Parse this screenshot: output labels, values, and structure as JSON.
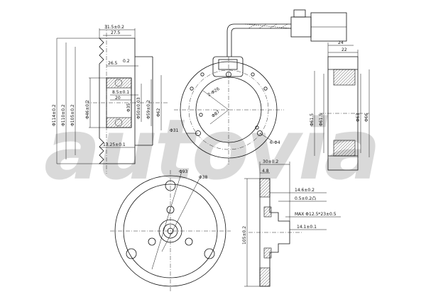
{
  "watermark": "autovia",
  "views": {
    "pulley_section": {
      "top_dims": [
        "31.5±0.2",
        "27.5",
        "26.5"
      ],
      "top_dim_sup": "0.2",
      "inner_dims": [
        "8.5±0.1",
        "20"
      ],
      "diameters": [
        "Φ114±0.2",
        "Φ110±0.2",
        "Φ105±0.2",
        "Φ46±0.2",
        "Φ35",
        "Φ50±0.03",
        "Φ59±0.2",
        "Φ62"
      ],
      "bottom_dim": "13.25±0.1"
    },
    "coil_front": {
      "labels": [
        "2-Φ26",
        "Φ87",
        "Φ31",
        "6-Φ4"
      ]
    },
    "coil_side": {
      "top_dims": [
        "24",
        "22"
      ],
      "diameters": [
        "Φ61.5",
        "Φ61.5",
        "Φ63",
        "Φ66"
      ]
    },
    "hub_front": {
      "labels": [
        "Φ93",
        "Φ38"
      ]
    },
    "hub_section": {
      "dims": [
        "30±0.2",
        "4.8",
        "14.6±0.2",
        "0.5±0.2凸",
        "MAX Φ12.5*23±0.5",
        "14.1±0.1",
        "105±0.2"
      ]
    }
  }
}
